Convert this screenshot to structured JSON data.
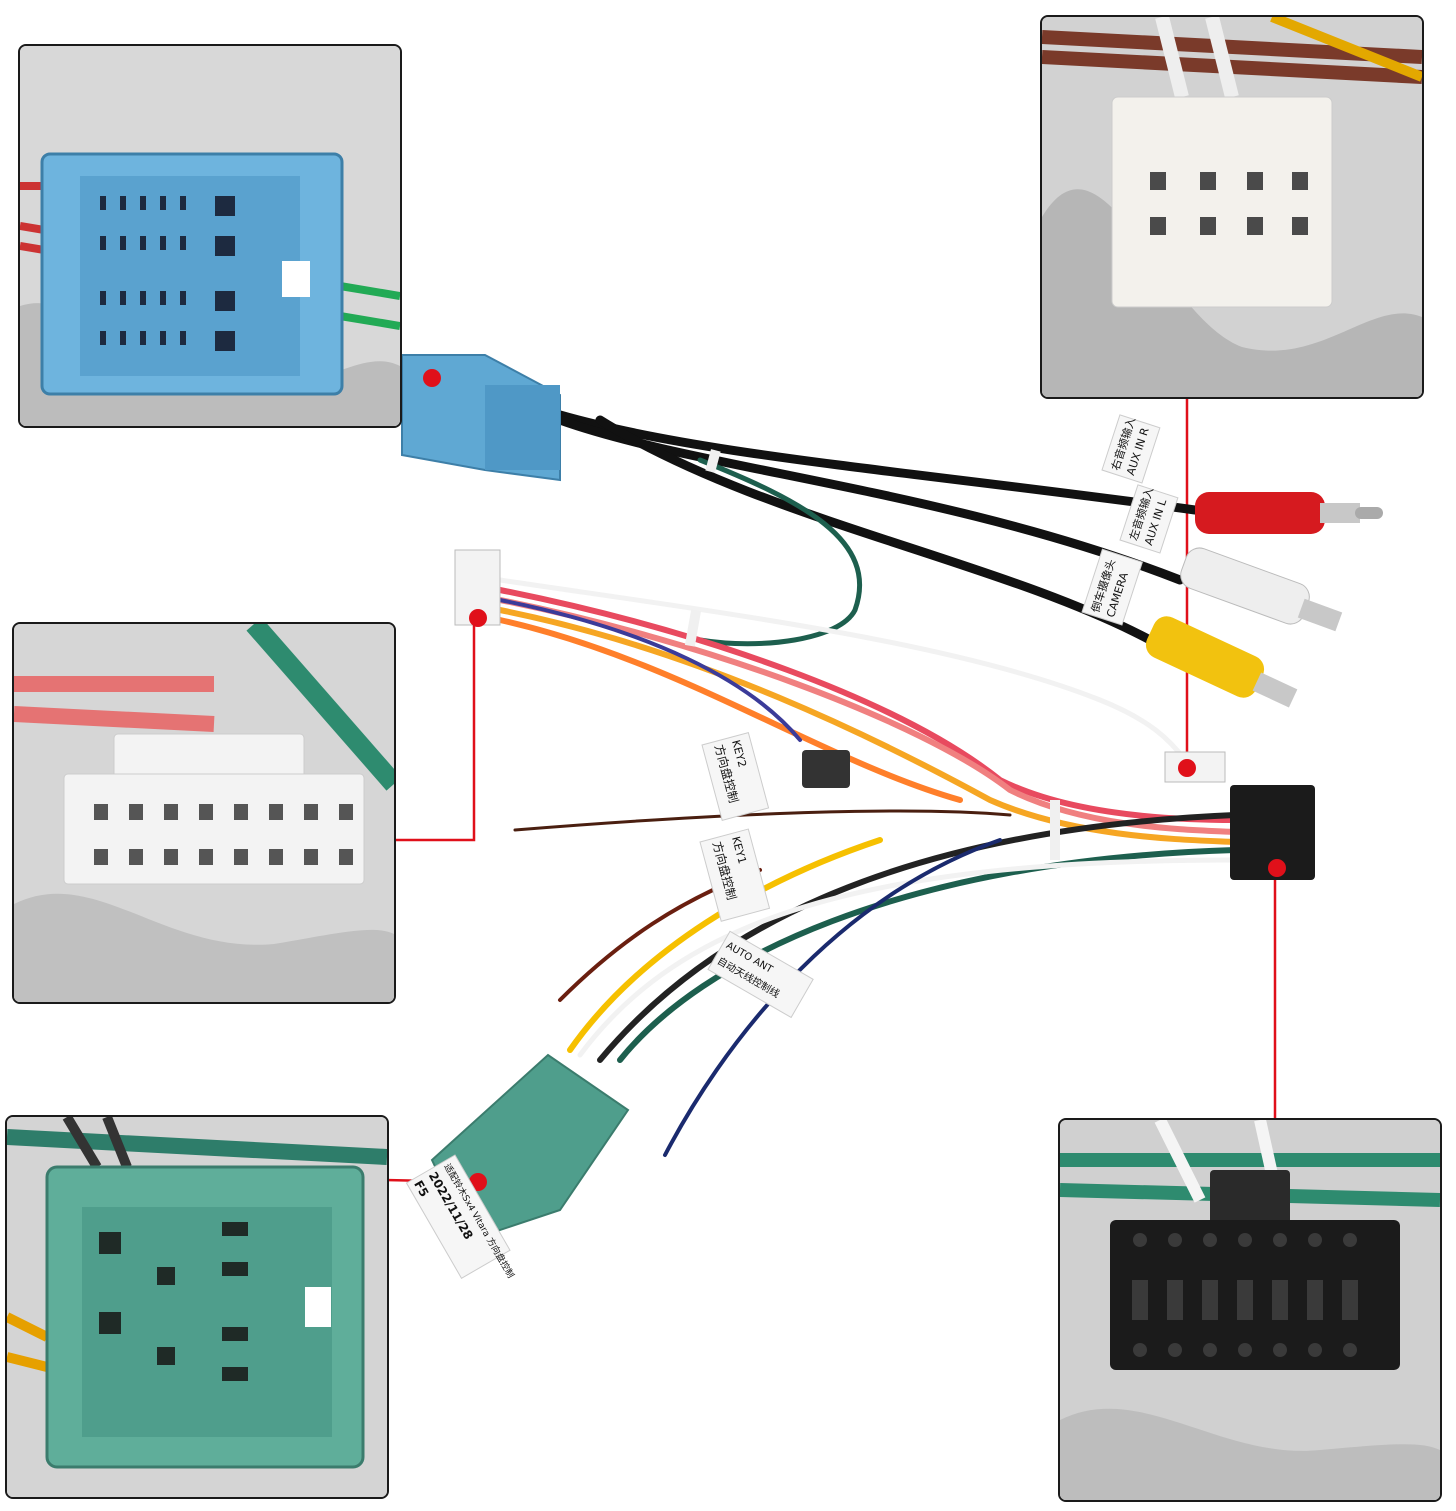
{
  "harness_labels": {
    "aux_r": "AUX IN R",
    "aux_r_cn": "右音频输入",
    "aux_l": "AUX IN L",
    "aux_l_cn": "左音频输入",
    "camera": "CAMERA",
    "camera_cn": "倒车摄像头",
    "key2": "KEY2",
    "key2_cn": "方向盘控制",
    "key1": "KEY1",
    "key1_cn": "方向盘控制",
    "auto_ant": "AUTO ANT",
    "auto_ant_cn": "自动天线控制线",
    "green_tag_model": "F5",
    "green_tag_date": "2022/11/28",
    "green_tag_text": "适配铃木Sx4 Vitara 方向盘控制"
  },
  "colors": {
    "callout": "#e0101a",
    "blue_connector": "#5fa8d3",
    "green_connector": "#4f9e8c",
    "rca_red": "#d61a1f",
    "rca_white": "#eeeeee",
    "rca_yellow": "#f2c20f",
    "black_connector": "#1b1b1b"
  }
}
